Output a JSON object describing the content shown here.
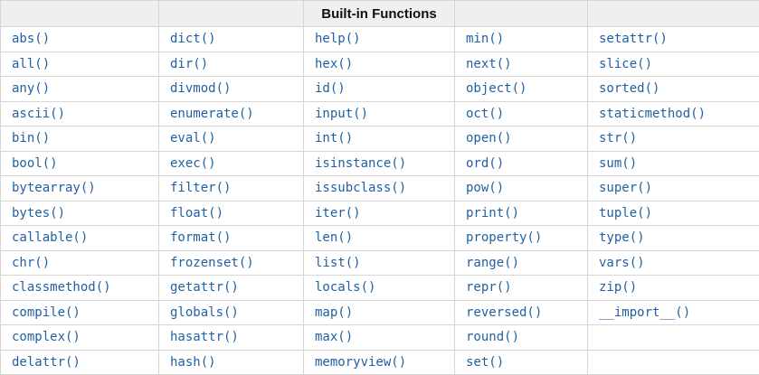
{
  "table": {
    "title": "Built-in Functions",
    "header": [
      "",
      "",
      "Built-in Functions",
      "",
      ""
    ],
    "rows": [
      [
        "abs()",
        "dict()",
        "help()",
        "min()",
        "setattr()"
      ],
      [
        "all()",
        "dir()",
        "hex()",
        "next()",
        "slice()"
      ],
      [
        "any()",
        "divmod()",
        "id()",
        "object()",
        "sorted()"
      ],
      [
        "ascii()",
        "enumerate()",
        "input()",
        "oct()",
        "staticmethod()"
      ],
      [
        "bin()",
        "eval()",
        "int()",
        "open()",
        "str()"
      ],
      [
        "bool()",
        "exec()",
        "isinstance()",
        "ord()",
        "sum()"
      ],
      [
        "bytearray()",
        "filter()",
        "issubclass()",
        "pow()",
        "super()"
      ],
      [
        "bytes()",
        "float()",
        "iter()",
        "print()",
        "tuple()"
      ],
      [
        "callable()",
        "format()",
        "len()",
        "property()",
        "type()"
      ],
      [
        "chr()",
        "frozenset()",
        "list()",
        "range()",
        "vars()"
      ],
      [
        "classmethod()",
        "getattr()",
        "locals()",
        "repr()",
        "zip()"
      ],
      [
        "compile()",
        "globals()",
        "map()",
        "reversed()",
        "__import__()"
      ],
      [
        "complex()",
        "hasattr()",
        "max()",
        "round()",
        ""
      ],
      [
        "delattr()",
        "hash()",
        "memoryview()",
        "set()",
        ""
      ]
    ]
  },
  "colors": {
    "link_blue": "#2161a3",
    "header_bg": "#efefef",
    "border": "#d6d6d6",
    "header_text": "#111111"
  }
}
